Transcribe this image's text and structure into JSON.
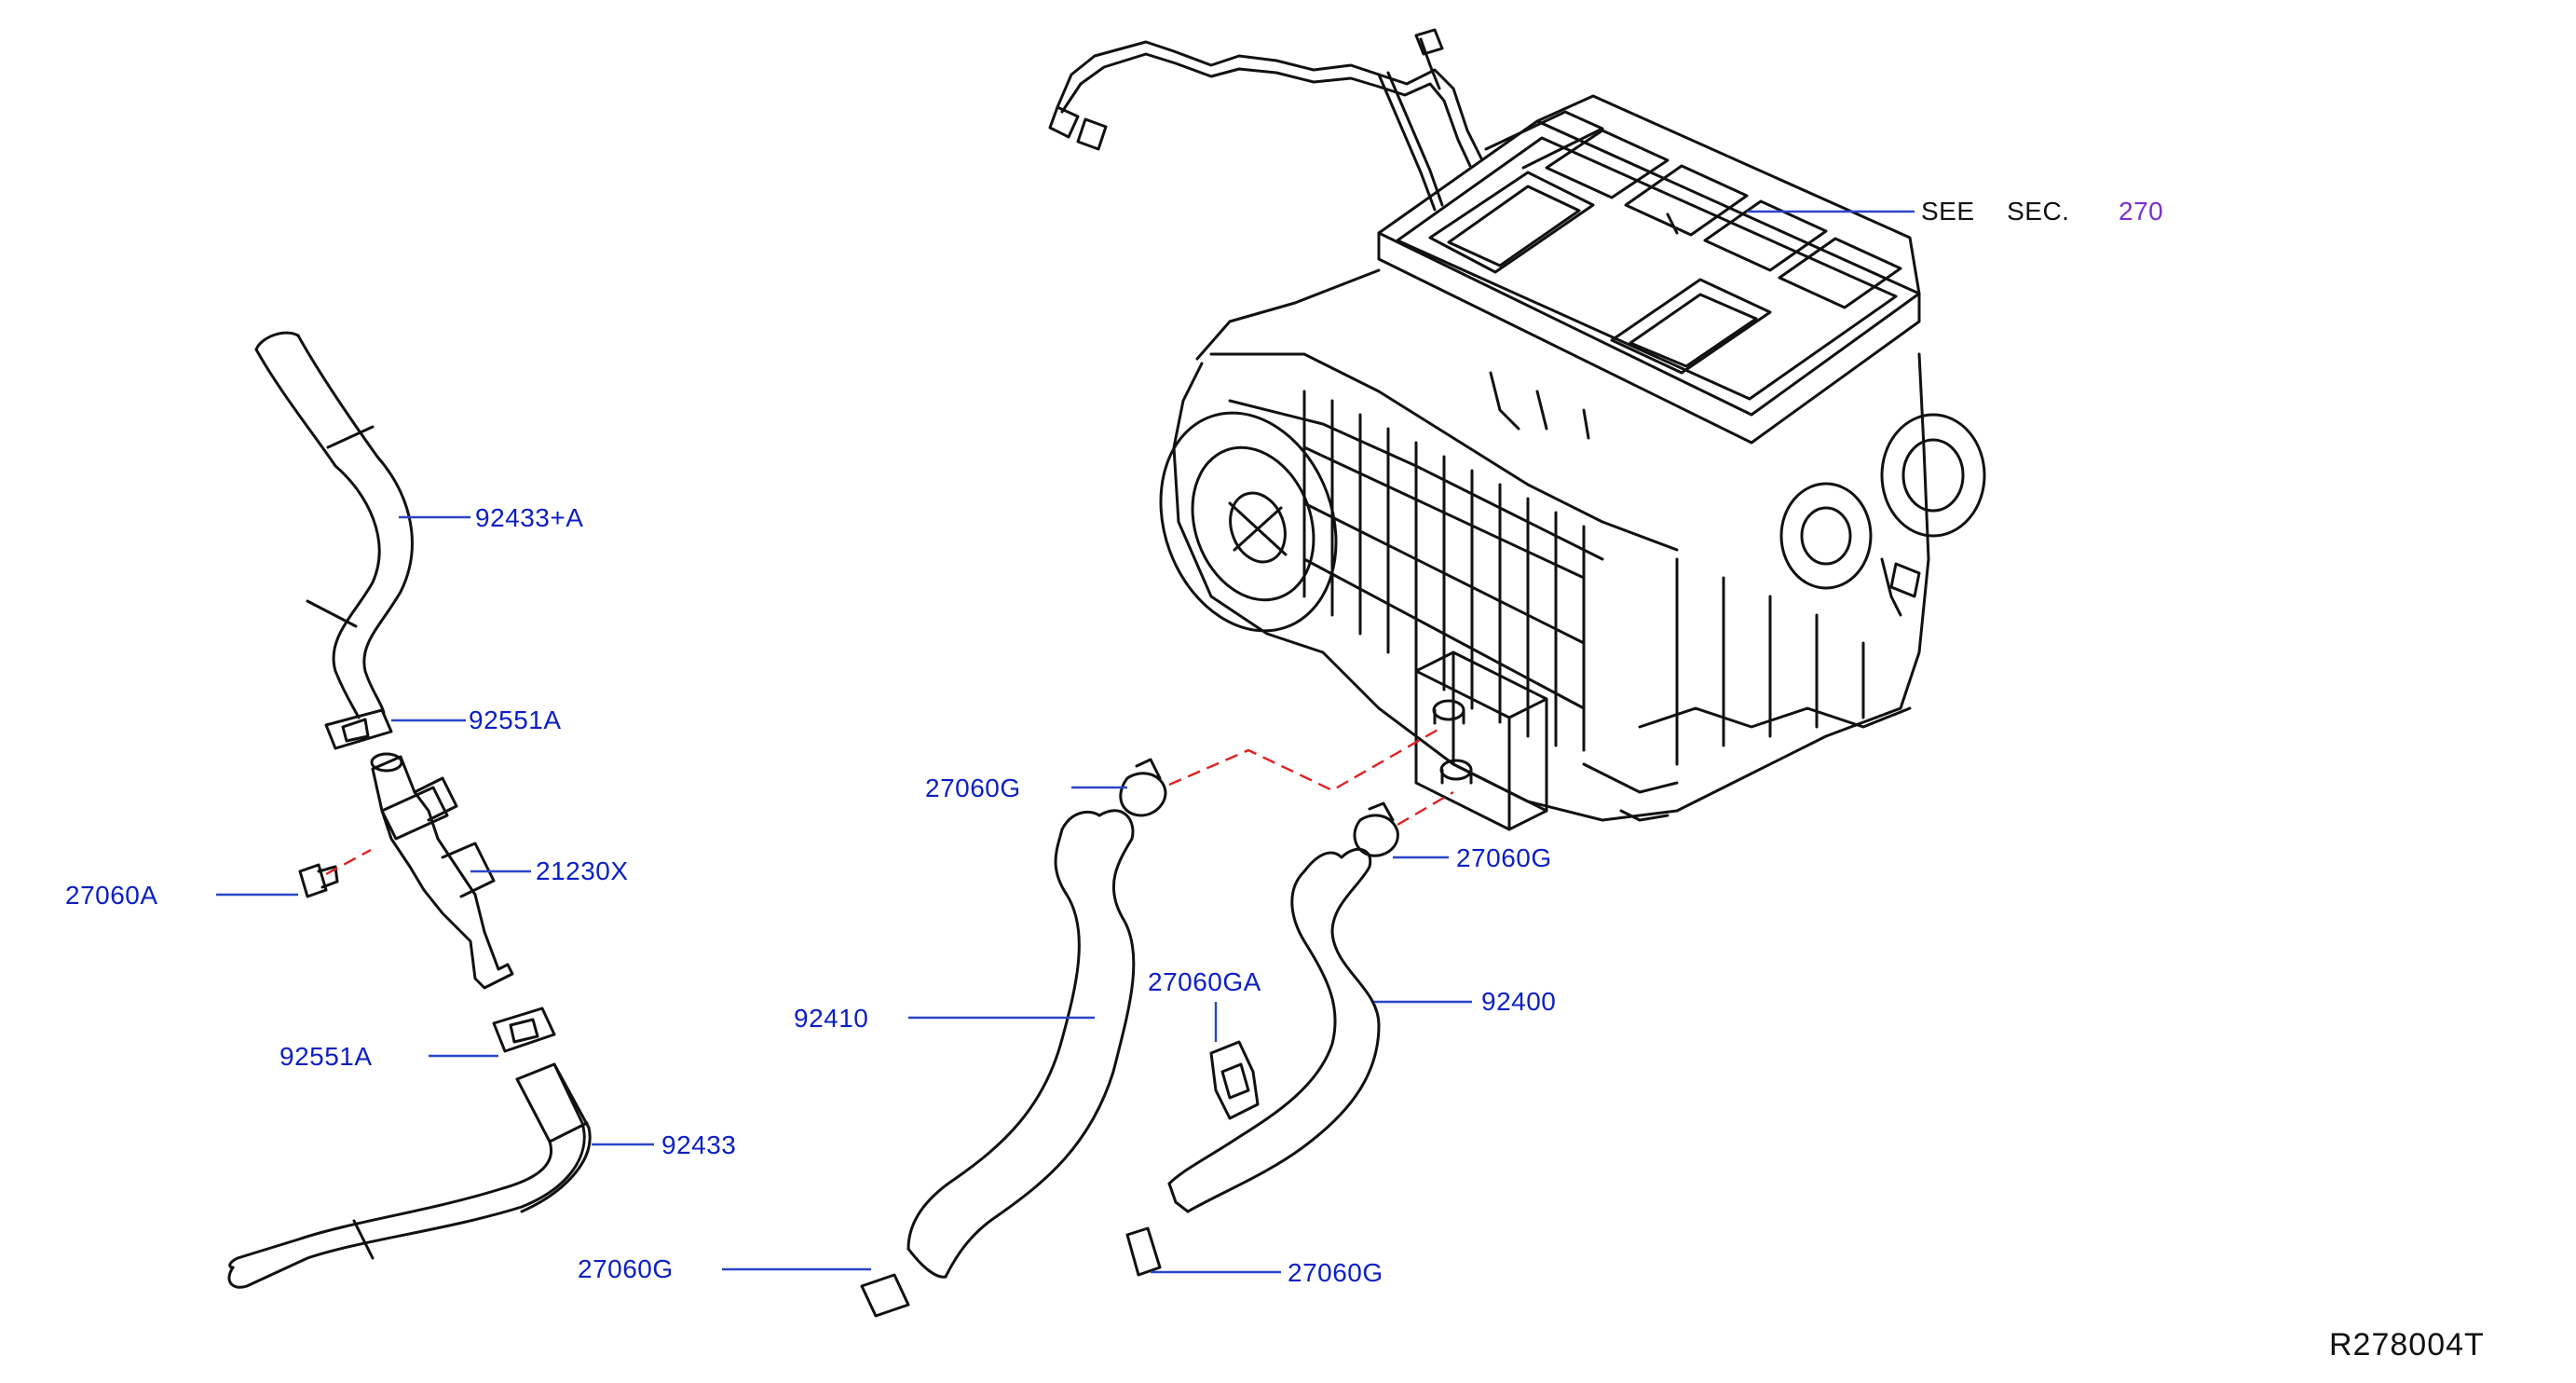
{
  "diagram": {
    "reference_code": "R278004T",
    "see_section": {
      "see": "SEE",
      "sec": "SEC.",
      "number": "270"
    },
    "callouts": [
      {
        "id": "hose-92433a",
        "part": "92433+A"
      },
      {
        "id": "clip-92551a-top",
        "part": "92551A"
      },
      {
        "id": "valve-21230x",
        "part": "21230X"
      },
      {
        "id": "bolt-27060a",
        "part": "27060A"
      },
      {
        "id": "clip-92551a-bottom",
        "part": "92551A"
      },
      {
        "id": "hose-92433",
        "part": "92433"
      },
      {
        "id": "clamp-27060g-upper-left",
        "part": "27060G"
      },
      {
        "id": "clamp-27060g-upper-right",
        "part": "27060G"
      },
      {
        "id": "bracket-27060ga",
        "part": "27060GA"
      },
      {
        "id": "hose-92410",
        "part": "92410"
      },
      {
        "id": "hose-92400",
        "part": "92400"
      },
      {
        "id": "clamp-27060g-lower-left",
        "part": "27060G"
      },
      {
        "id": "clamp-27060g-lower-right",
        "part": "27060G"
      }
    ],
    "colors": {
      "part_label": "#0b1fc4",
      "section_number": "#7a2fd0",
      "leader_line": "#2a45c8",
      "dashed_line": "#e02020",
      "outline": "#111111"
    }
  }
}
